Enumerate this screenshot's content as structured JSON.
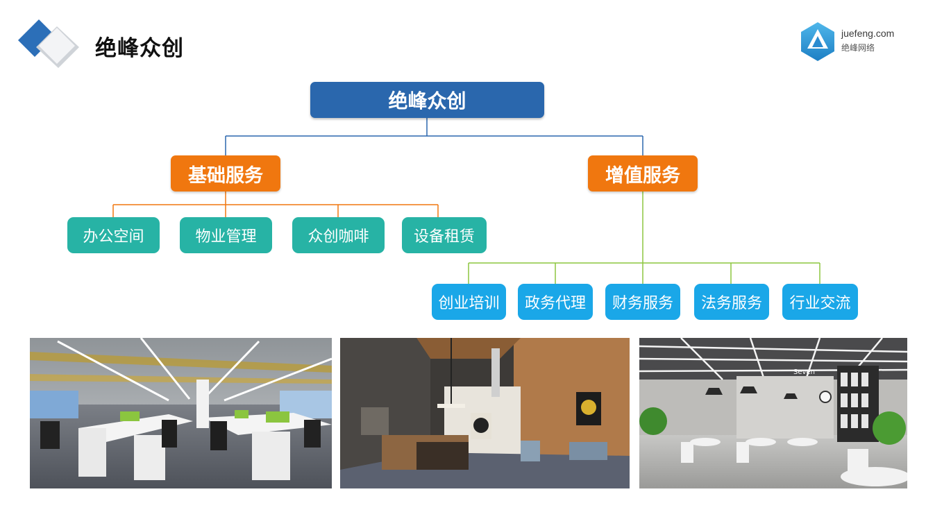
{
  "header": {
    "title": "绝峰众创",
    "brand_domain": "juefeng.com",
    "brand_name": "绝峰网络"
  },
  "tree": {
    "root": "绝峰众创",
    "basic": {
      "label": "基础服务",
      "items": [
        "办公空间",
        "物业管理",
        "众创咖啡",
        "设备租赁"
      ]
    },
    "value_added": {
      "label": "增值服务",
      "items": [
        "创业培训",
        "政务代理",
        "财务服务",
        "法务服务",
        "行业交流"
      ]
    }
  },
  "photos": {
    "cafe_sign": "Seven"
  },
  "colors": {
    "root": "#2a67ad",
    "category": "#f0770f",
    "basic_item": "#27b3a5",
    "value_item": "#1aa7e8",
    "root_connector": "#2a67ad",
    "basic_connector": "#f0770f",
    "value_connector": "#8cc63f"
  }
}
